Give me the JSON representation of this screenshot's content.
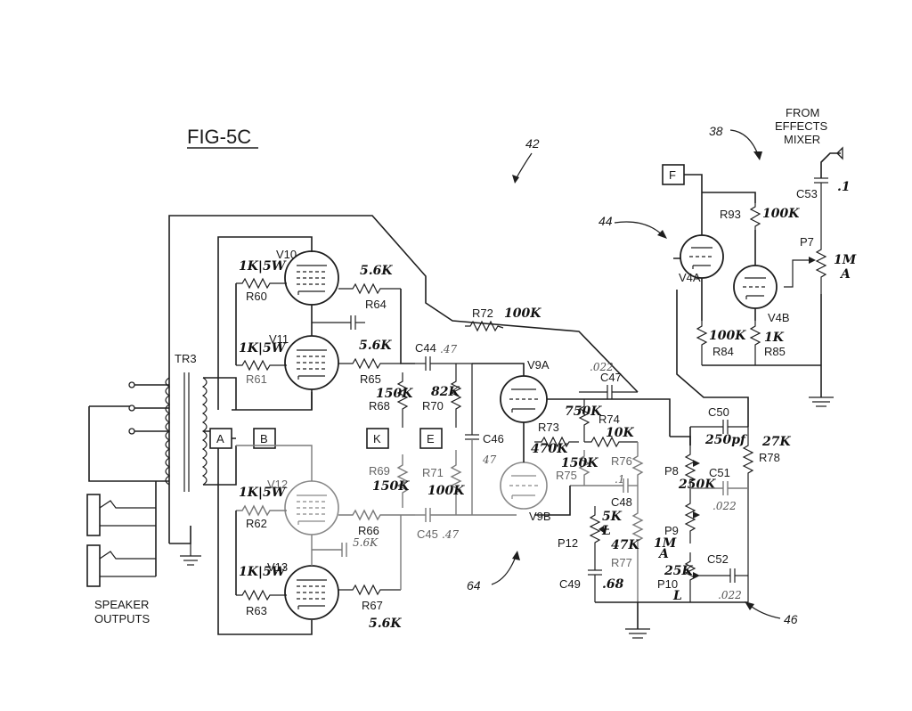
{
  "figure": {
    "title": "FIG-5C",
    "ref_numbers": {
      "r42": "42",
      "r38": "38",
      "r44": "44",
      "r64": "64",
      "r46": "46"
    },
    "from_effects_mixer": [
      "FROM",
      "EFFECTS",
      "MIXER"
    ],
    "speaker_outputs": [
      "SPEAKER",
      "OUTPUTS"
    ],
    "transformer": "TR3",
    "connectors": {
      "A": "A",
      "B": "B",
      "K": "K",
      "E": "E",
      "F": "F"
    }
  },
  "tubes": {
    "v10": "V10",
    "v11": "V11",
    "v12": "V12",
    "v13": "V13",
    "v9a": "V9A",
    "v9b": "V9B",
    "v4a": "V4A",
    "v4b": "V4B"
  },
  "resistors": {
    "r60": "R60",
    "r61": "R61",
    "r62": "R62",
    "r63": "R63",
    "r64": "R64",
    "r65": "R65",
    "r66": "R66",
    "r67": "R67",
    "r68": "R68",
    "r69": "R69",
    "r70": "R70",
    "r71": "R71",
    "r72": "R72",
    "r73": "R73",
    "r74": "R74",
    "r75": "R75",
    "r76": "R76",
    "r77": "R77",
    "r78": "R78",
    "r84": "R84",
    "r85": "R85",
    "r93": "R93"
  },
  "capacitors": {
    "c44": "C44",
    "c45": "C45",
    "c46": "C46",
    "c47": "C47",
    "c48": "C48",
    "c49": "C49",
    "c50": "C50",
    "c51": "C51",
    "c52": "C52",
    "c53": "C53"
  },
  "pots": {
    "p7": "P7",
    "p8": "P8",
    "p9": "P9",
    "p10": "P10",
    "p12": "P12"
  },
  "handwritten": {
    "v10_r": "1K|5W",
    "v11_r": "1K|5W",
    "v12_r": "1K|5W",
    "v13_r": "1K|5W",
    "r64_v": "5.6K",
    "r65_v": "5.6K",
    "r66_v": "5.6K",
    "r67_v": "5.6K",
    "r72_v": "100K",
    "r68_v": "150K",
    "r69_v": "150K",
    "r70_v": "82K",
    "r71_v": "100K",
    "c44_v": ".47",
    "c45_v": ".47",
    "c46_v": "47",
    "c47_v": ".022",
    "c47_label_v": ".022",
    "r73_v": "470K",
    "r74_v": "10K",
    "r_top_v": "750K",
    "r75_v": "150K",
    "r76_v": ".1",
    "p8_v": "250K",
    "c50_v": "250pf",
    "r78_v": "27K",
    "c51_v": ".022",
    "p9_v": "1M",
    "p10_v": "25K",
    "c52_v": ".022",
    "p12_v": "5K",
    "r77_v": "47K",
    "c49_v": ".68",
    "r93_v": "100K",
    "r84_v": "100K",
    "r85_v": "1K",
    "p7_v": "1M",
    "p7_a": "A",
    "c53_v": ".1",
    "p9_l": "A",
    "p10_l": "L",
    "p12_l": "L"
  }
}
